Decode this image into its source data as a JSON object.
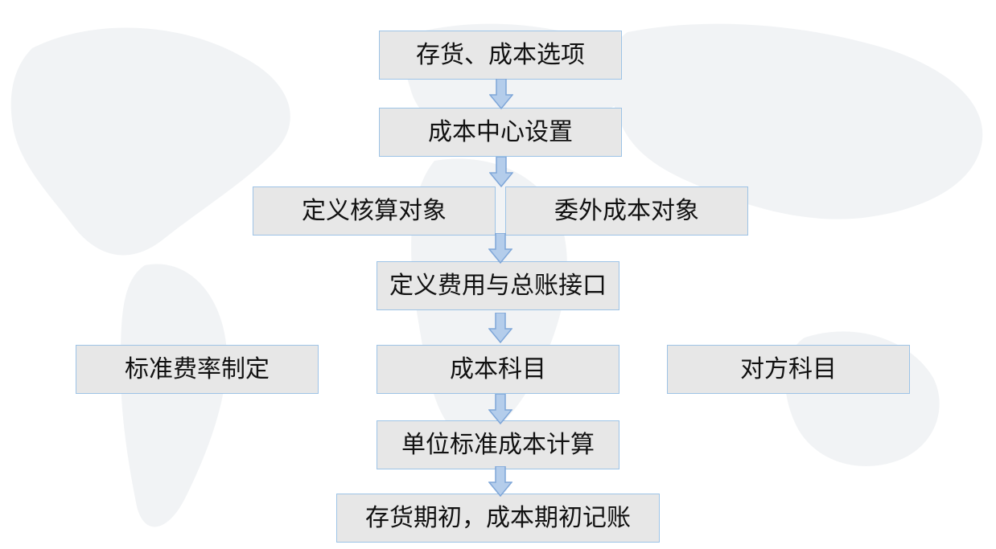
{
  "diagram": {
    "nodes": [
      {
        "id": "inventory-cost-options",
        "label": "存货、成本选项"
      },
      {
        "id": "cost-center-setup",
        "label": "成本中心设置"
      },
      {
        "id": "define-accounting-object",
        "label": "定义核算对象"
      },
      {
        "id": "outsourced-cost-object",
        "label": "委外成本对象"
      },
      {
        "id": "define-expense-gl-interface",
        "label": "定义费用与总账接口"
      },
      {
        "id": "standard-rate-setting",
        "label": "标准费率制定"
      },
      {
        "id": "cost-account",
        "label": "成本科目"
      },
      {
        "id": "offset-account",
        "label": "对方科目"
      },
      {
        "id": "unit-standard-cost-calc",
        "label": "单位标准成本计算"
      },
      {
        "id": "opening-balance-posting",
        "label": "存货期初，成本期初记账"
      }
    ],
    "edges": [
      {
        "from": "inventory-cost-options",
        "to": "cost-center-setup"
      },
      {
        "from": "cost-center-setup",
        "to": "define-accounting-object"
      },
      {
        "from": "define-accounting-object",
        "to": "define-expense-gl-interface"
      },
      {
        "from": "define-expense-gl-interface",
        "to": "cost-account"
      },
      {
        "from": "cost-account",
        "to": "unit-standard-cost-calc"
      },
      {
        "from": "unit-standard-cost-calc",
        "to": "opening-balance-posting"
      }
    ],
    "colors": {
      "node_fill": "#e7e7e7",
      "node_border": "#9dc3e6",
      "arrow_fill": "#b4cdeb",
      "arrow_stroke": "#7ea6d8",
      "text": "#111111"
    }
  }
}
